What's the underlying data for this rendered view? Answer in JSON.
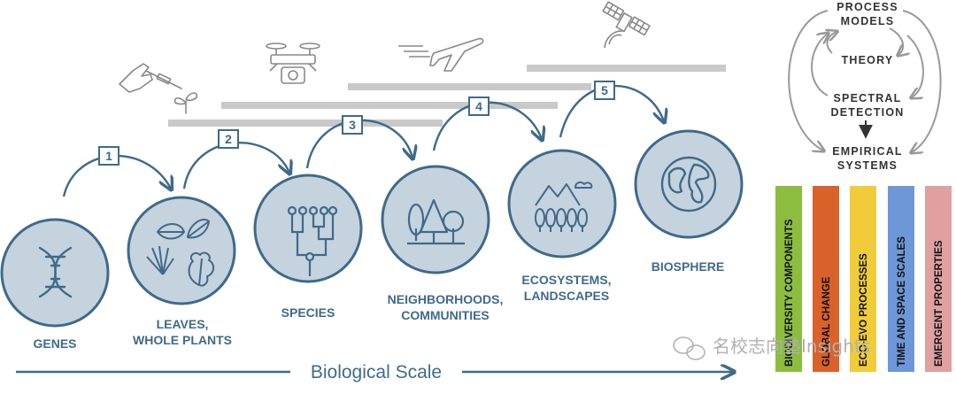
{
  "scale_levels": [
    {
      "label_lines": [
        "GENES"
      ]
    },
    {
      "label_lines": [
        "LEAVES,",
        "WHOLE PLANTS"
      ]
    },
    {
      "label_lines": [
        "SPECIES"
      ]
    },
    {
      "label_lines": [
        "NEIGHBORHOODS,",
        "COMMUNITIES"
      ]
    },
    {
      "label_lines": [
        "ECOSYSTEMS,",
        "LANDSCAPES"
      ]
    },
    {
      "label_lines": [
        "BIOSPHERE"
      ]
    }
  ],
  "steps": [
    "1",
    "2",
    "3",
    "4",
    "5"
  ],
  "axis_label": "Biological Scale",
  "process_cycle": {
    "top_lines": [
      "PROCESS",
      "MODELS"
    ],
    "theory": "THEORY",
    "spectral_lines": [
      "SPECTRAL",
      "DETECTION"
    ],
    "empirical_lines": [
      "EMPIRICAL",
      "SYSTEMS"
    ]
  },
  "vertical_bars": [
    {
      "label": "BIODIVERSITY COMPONENTS",
      "color": "#8cbd3f"
    },
    {
      "label": "GLOBAL CHANGE",
      "color": "#d9622b"
    },
    {
      "label": "ECO-EVO PROCESSES",
      "color": "#f0cc3a"
    },
    {
      "label": "TIME AND SPACE SCALES",
      "color": "#6d97d6"
    },
    {
      "label": "EMERGENT PROPERTIES",
      "color": "#e0a0a0"
    }
  ],
  "watermark": "名校志向塾Insights",
  "colors": {
    "circle_fill": "#c5d3de",
    "circle_stroke": "#3f6a8a",
    "platform_bar": "#c9c9c9"
  }
}
